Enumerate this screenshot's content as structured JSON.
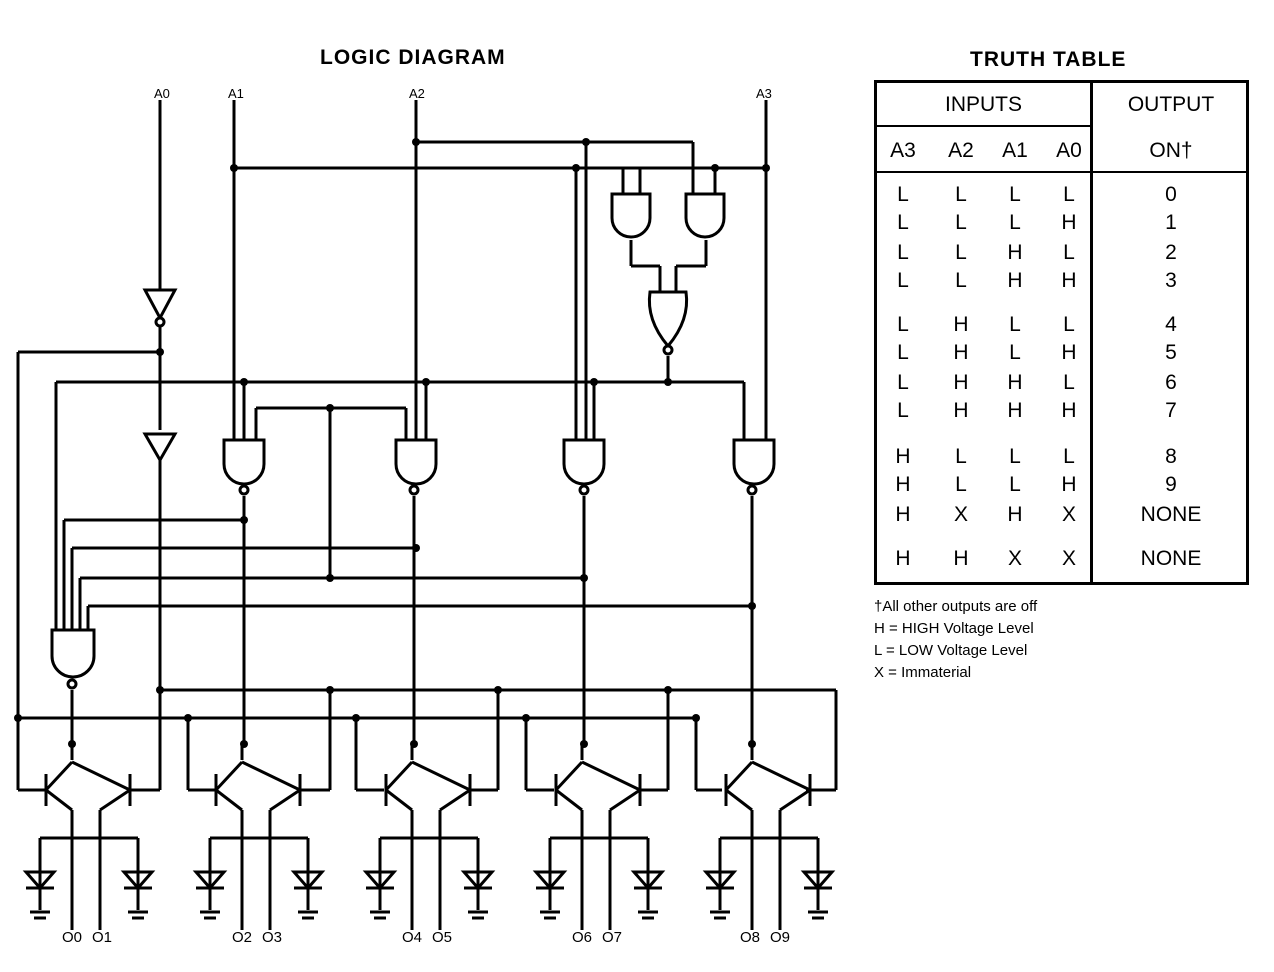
{
  "logic_title": "LOGIC DIAGRAM",
  "truth_title": "TRUTH TABLE",
  "input_labels": [
    "A0",
    "A1",
    "A2",
    "A3"
  ],
  "output_labels": [
    "O0",
    "O1",
    "O2",
    "O3",
    "O4",
    "O5",
    "O6",
    "O7",
    "O8",
    "O9"
  ],
  "truth_table": {
    "inputs_header": "INPUTS",
    "output_header": "OUTPUT",
    "columns": [
      "A3",
      "A2",
      "A1",
      "A0"
    ],
    "output_col": "ON†",
    "rows": [
      [
        "L",
        "L",
        "L",
        "L",
        "0"
      ],
      [
        "L",
        "L",
        "L",
        "H",
        "1"
      ],
      [
        "L",
        "L",
        "H",
        "L",
        "2"
      ],
      [
        "L",
        "L",
        "H",
        "H",
        "3"
      ],
      [
        "L",
        "H",
        "L",
        "L",
        "4"
      ],
      [
        "L",
        "H",
        "L",
        "H",
        "5"
      ],
      [
        "L",
        "H",
        "H",
        "L",
        "6"
      ],
      [
        "L",
        "H",
        "H",
        "H",
        "7"
      ],
      [
        "H",
        "L",
        "L",
        "L",
        "8"
      ],
      [
        "H",
        "L",
        "L",
        "H",
        "9"
      ],
      [
        "H",
        "X",
        "H",
        "X",
        "NONE"
      ],
      [
        "H",
        "H",
        "X",
        "X",
        "NONE"
      ]
    ]
  },
  "notes": [
    "†All other outputs are off",
    "H = HIGH Voltage Level",
    "L = LOW Voltage Level",
    "X = Immaterial"
  ]
}
